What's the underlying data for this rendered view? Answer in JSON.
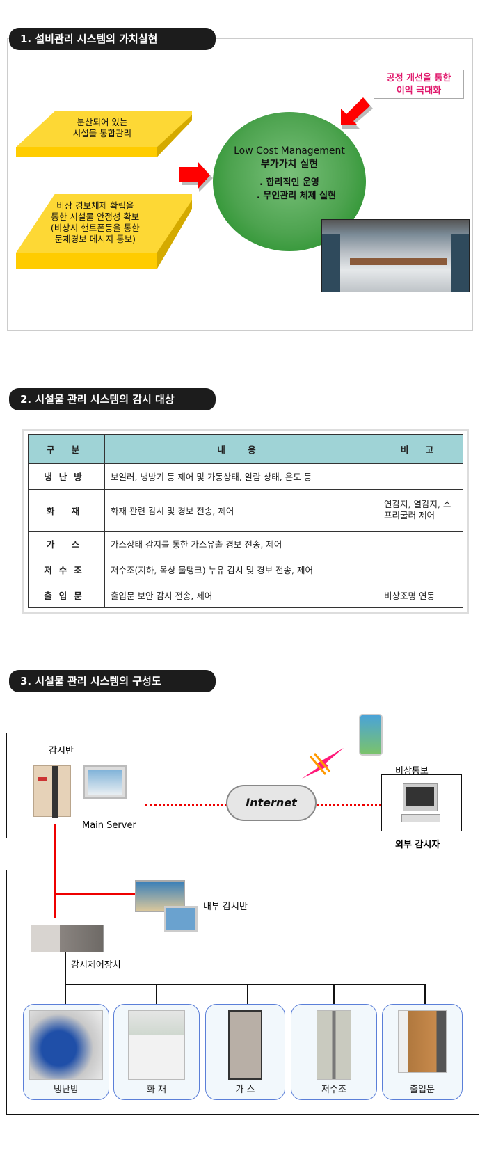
{
  "section1": {
    "title": "1.  설비관리 시스템의 가치실현",
    "callout": [
      "공정 개선을 통한",
      "이익 극대화"
    ],
    "block1": [
      "분산되어 있는",
      "시설물 통합관리"
    ],
    "block2": [
      "비상 경보체제 확립을",
      "통한 시설물 안정성 확보",
      "(비상시 핸트폰등을 통한",
      "문제경보 메시지 통보)"
    ],
    "circle": {
      "line1": "Low Cost Management",
      "line2": "부가가치 실현",
      "bullet1": ". 합리적인 운영",
      "bullet2": ". 무인관리 체제 실현"
    }
  },
  "section2": {
    "title": "2.  시설물 관리 시스템의 감시 대상",
    "headers": [
      "구 분",
      "내  용",
      "비 고"
    ],
    "rows": [
      {
        "k": "냉난방",
        "c": "보일러, 냉방기 등 제어 및 가동상태, 알람 상태, 온도 등",
        "n": ""
      },
      {
        "k": "화  재",
        "c": "화재 관련 감시 및 경보 전송, 제어",
        "n": "연감지, 열감지, 스프리쿨러 제어"
      },
      {
        "k": "가  스",
        "c": "가스상태 감지를 통한 가스유출 경보 전송, 제어",
        "n": ""
      },
      {
        "k": "저수조",
        "c": "저수조(지하, 옥상 물탱크) 누유 감시 및 경보 전송, 제어",
        "n": ""
      },
      {
        "k": "출입문",
        "c": "출입문 보안 감시 전송, 제어",
        "n": "비상조명 연동"
      }
    ]
  },
  "section3": {
    "title": "3.  시설물 관리 시스템의 구성도",
    "monitor_panel": "감시반",
    "main_server": "Main Server",
    "internet": "Internet",
    "emergency": "비상통보",
    "external": "외부 감시자",
    "internal": "내부 감시반",
    "controller": "감시제어장치",
    "devices": [
      "냉난방",
      "화  재",
      "가  스",
      "저수조",
      "출입문"
    ]
  },
  "colors": {
    "callout": "#e0186c",
    "table_header": "#9fd3d6",
    "link": "#e00000"
  }
}
